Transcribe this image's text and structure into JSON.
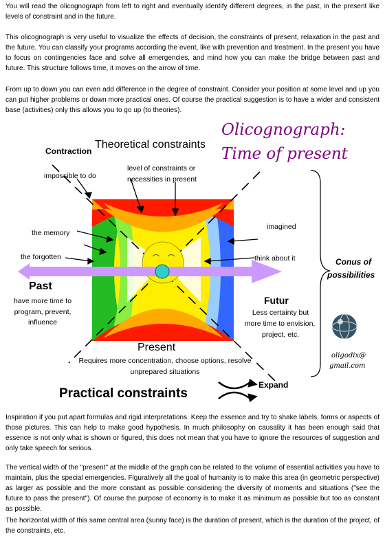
{
  "paragraphs_top": [
    "You will read the olicognograph from left to right and eventually identify different degrees, in the past, in the present like levels of constraint and in the future.",
    "This olicognograph is very useful to visualize the effects of decision, the constraints of present, relaxation in the past and the future. You can classify your programs according the event, like with prevention and treatment. In the present you have to focus on contingencies face and solve all emergencies, and mind how you can make the bridge between past and future. This structure follows time, it moves on the arrow of time.",
    "From up to down you can even add difference in the degree of constraint. Consider your position at some level and up you can put higher problems or down more practical ones. Of course the practical suggestion is to have a wider and consistent base (activities) only this allows you to go up (to theories)."
  ],
  "diagram": {
    "title_line1": "Olicognograph:",
    "title_line2": "Time of present",
    "contraction": "Contraction",
    "theoretical": "Theoretical constraints",
    "impossible": "impossible to do",
    "level1": "level of constraints or",
    "level2": "necessities in present",
    "memory": "the memory",
    "forgotten": "the forgotten",
    "imagined": "imagined",
    "think": "think about it",
    "past": "Past",
    "past_d1": "have more time to",
    "past_d2": "program, prevent,",
    "past_d3": "influence",
    "futur": "Futur",
    "futur_d1": "Less certainty but",
    "futur_d2": "more time to envision,",
    "futur_d3": "project, etc.",
    "present": "Present",
    "present_d1": "Requires more concentration, choose options, resolve",
    "present_d2": "unprepared situations",
    "practical": "Practical constraints",
    "expand": "Expand",
    "conus1": "Conus of",
    "conus2": "possibilities",
    "email1": "oligodix@",
    "email2": "gmail.com"
  },
  "paragraphs_bottom": [
    "Inspiration if you put apart formulas and rigid interpretations. Keep the essence and try to shake labels, forms or aspects of those pictures. This can help to make good hypothesis. In much philosophy on causality it has been enough said that essence is not only what is shown or figured, this does not mean that you have to ignore the resources of suggestion and only take speech for serious.",
    "The vertical width of the \"present\" at the middle of the graph can be related to the volume of essential activities you have to maintain, plus the special emergencies. Figuratively all the goal of humanity is to make this area (in geometric perspective) as larger as possible and the more constant as possible considering the diversity of moments and situations (\"see the future to pass the present\"). Of course the purpose of economy is to make it as minimum as possible but too as constant as possible.",
    "The horizontal width of this same central area (sunny face) is the duration of present, which is the duration of the project, of the constraints, etc."
  ],
  "colors": {
    "red": "#ff1a00",
    "orange": "#ffaa00",
    "yellow": "#ffee00",
    "green": "#22bb22",
    "lightgreen": "#88ee44",
    "blue": "#3366ff",
    "lightblue": "#99ccff",
    "arrow": "#cc99ff",
    "circle": "#33cccc",
    "title": "#800080"
  },
  "icons": [
    "sun-face-icon",
    "globe-logo-icon",
    "crossed-arrows-icon",
    "curly-brace-icon"
  ]
}
